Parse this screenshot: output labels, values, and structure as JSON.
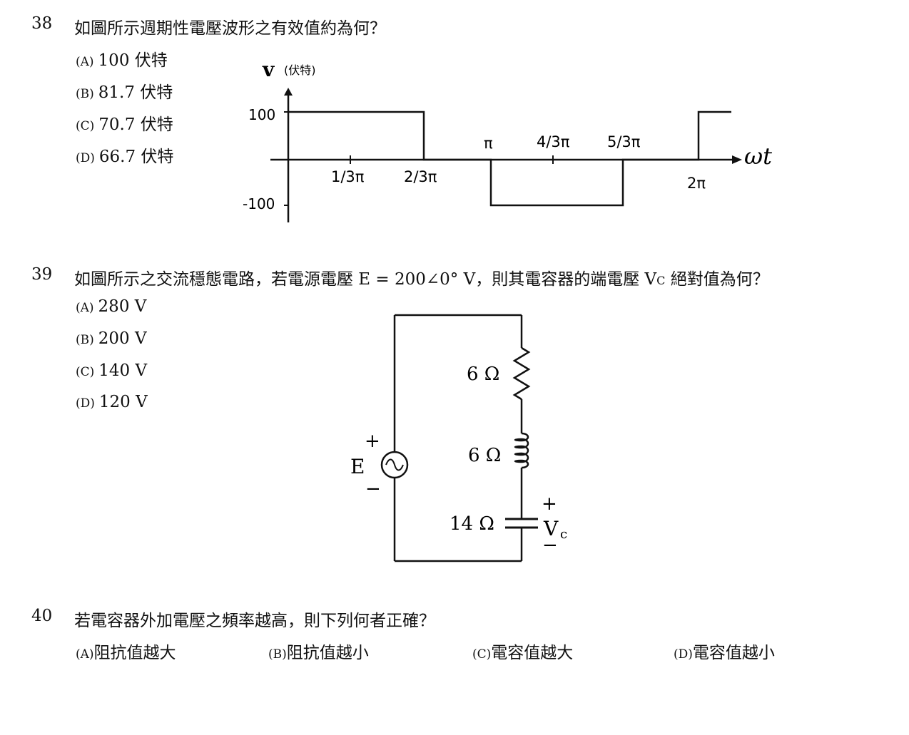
{
  "q38": {
    "number": "38",
    "question": "如圖所示週期性電壓波形之有效值約為何？",
    "options": [
      {
        "label": "(A)",
        "text": "100 伏特"
      },
      {
        "label": "(B)",
        "text": "81.7 伏特"
      },
      {
        "label": "(C)",
        "text": "70.7 伏特"
      },
      {
        "label": "(D)",
        "text": "66.7 伏特"
      }
    ],
    "graph": {
      "y_symbol": "v",
      "y_unit": "(伏特)",
      "x_symbol": "ωt",
      "y_ticks": [
        "100",
        "-100"
      ],
      "x_ticks": [
        "1/3π",
        "2/3π",
        "π",
        "4/3π",
        "5/3π",
        "2π"
      ]
    }
  },
  "q39": {
    "number": "39",
    "question_a": "如圖所示之交流穩態電路，若電源電壓 E = 200∠0° V，則其電容器的端電壓 V",
    "question_sub": "C",
    "question_b": " 絕對值為何？",
    "options": [
      {
        "label": "(A)",
        "text": "280 V"
      },
      {
        "label": "(B)",
        "text": "200 V"
      },
      {
        "label": "(C)",
        "text": "140 V"
      },
      {
        "label": "(D)",
        "text": "120 V"
      }
    ],
    "circuit": {
      "source_label": "E",
      "plus": "+",
      "minus": "−",
      "r_label": "6 Ω",
      "l_label": "6 Ω",
      "c_label": "14 Ω",
      "vc_main": "V",
      "vc_sub": "c"
    }
  },
  "q40": {
    "number": "40",
    "question": "若電容器外加電壓之頻率越高，則下列何者正確？",
    "options": [
      {
        "label": "(A)",
        "text": "阻抗值越大"
      },
      {
        "label": "(B)",
        "text": "阻抗值越小"
      },
      {
        "label": "(C)",
        "text": "電容值越大"
      },
      {
        "label": "(D)",
        "text": "電容值越小"
      }
    ]
  }
}
